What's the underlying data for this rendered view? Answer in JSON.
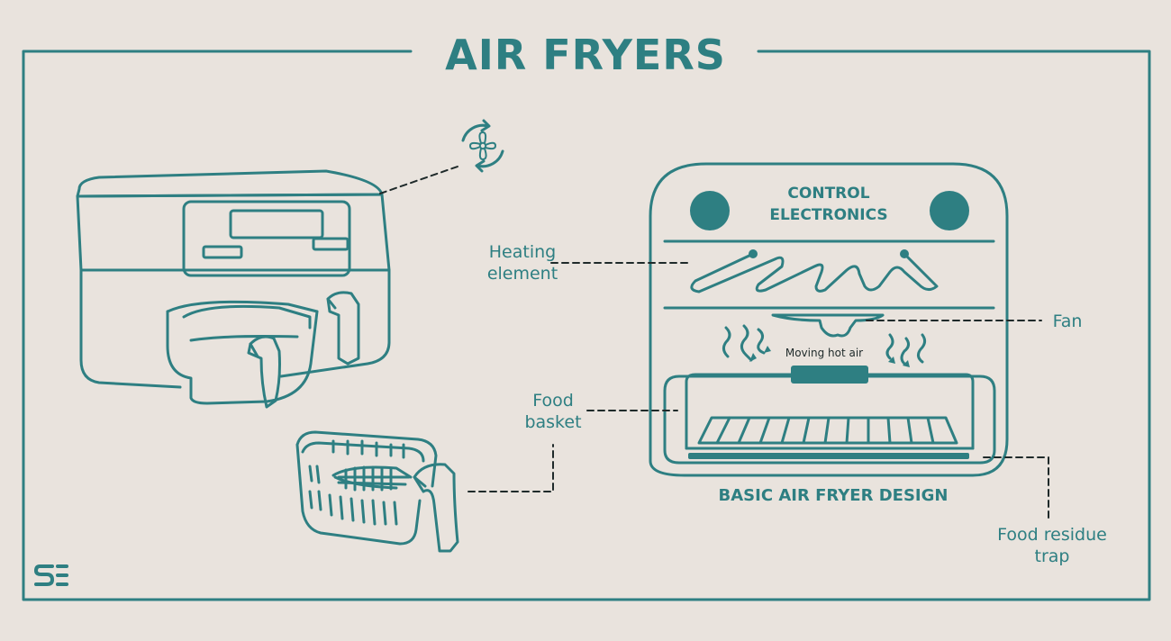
{
  "title": "AIR FRYERS",
  "design": {
    "control_label": "CONTROL\nELECTRONICS",
    "caption": "BASIC AIR FRYER DESIGN",
    "airflow_label": "Moving hot air"
  },
  "callouts": {
    "heating_element": "Heating\nelement",
    "fan": "Fan",
    "food_basket": "Food\nbasket",
    "food_residue_trap": "Food residue\ntrap"
  },
  "colors": {
    "accent": "#2e7f82",
    "background": "#e9e3dd",
    "ink": "#1f2a2a"
  },
  "icons": [
    "fan-icon",
    "logo-icon"
  ]
}
